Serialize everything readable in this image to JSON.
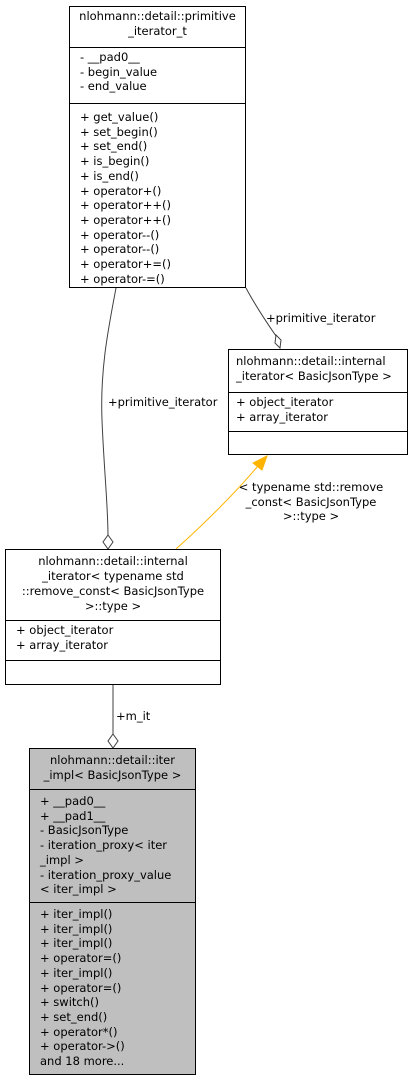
{
  "classes": {
    "primitive_iterator": {
      "title_lines": [
        "nlohmann::detail::primitive",
        "_iterator_t"
      ],
      "attributes": [
        "- __pad0__",
        "- begin_value",
        "- end_value"
      ],
      "methods": [
        "+ get_value()",
        "+ set_begin()",
        "+ set_end()",
        "+ is_begin()",
        "+ is_end()",
        "+ operator+()",
        "+ operator++()",
        "+ operator++()",
        "+ operator--()",
        "+ operator--()",
        "+ operator+=()",
        "+ operator-=()"
      ]
    },
    "internal_iterator": {
      "title_lines": [
        "nlohmann::detail::internal",
        "_iterator< BasicJsonType >"
      ],
      "attributes": [
        "+ object_iterator",
        "+ array_iterator"
      ],
      "methods": []
    },
    "internal_iterator_remove_const": {
      "title_lines": [
        "nlohmann::detail::internal",
        "_iterator< typename std",
        "::remove_const< BasicJsonType",
        ">::type >"
      ],
      "attributes": [
        "+ object_iterator",
        "+ array_iterator"
      ],
      "methods": []
    },
    "iter_impl": {
      "title_lines": [
        "nlohmann::detail::iter",
        "_impl< BasicJsonType >"
      ],
      "attributes": [
        "+ __pad0__",
        "+ __pad1__",
        "- BasicJsonType",
        "- iteration_proxy< iter",
        "_impl >",
        "- iteration_proxy_value",
        "< iter_impl >"
      ],
      "methods": [
        "+ iter_impl()",
        "+ iter_impl()",
        "+ iter_impl()",
        "+ operator=()",
        "+ iter_impl()",
        "+ operator=()",
        "+ switch()",
        "+ set_end()",
        "+ operator*()",
        "+ operator->()",
        "and 18 more..."
      ]
    }
  },
  "edges": {
    "primitive_to_internal": "+primitive_iterator",
    "primitive_to_remove_const": "+primitive_iterator",
    "template_binding": [
      "< typename std::remove",
      "_const< BasicJsonType",
      ">::type >"
    ],
    "m_it": "+m_it"
  },
  "colors": {
    "highlight_fill": "#bfbfbf",
    "inheritance_arrow": "#ffb400",
    "edge": "#404040"
  }
}
